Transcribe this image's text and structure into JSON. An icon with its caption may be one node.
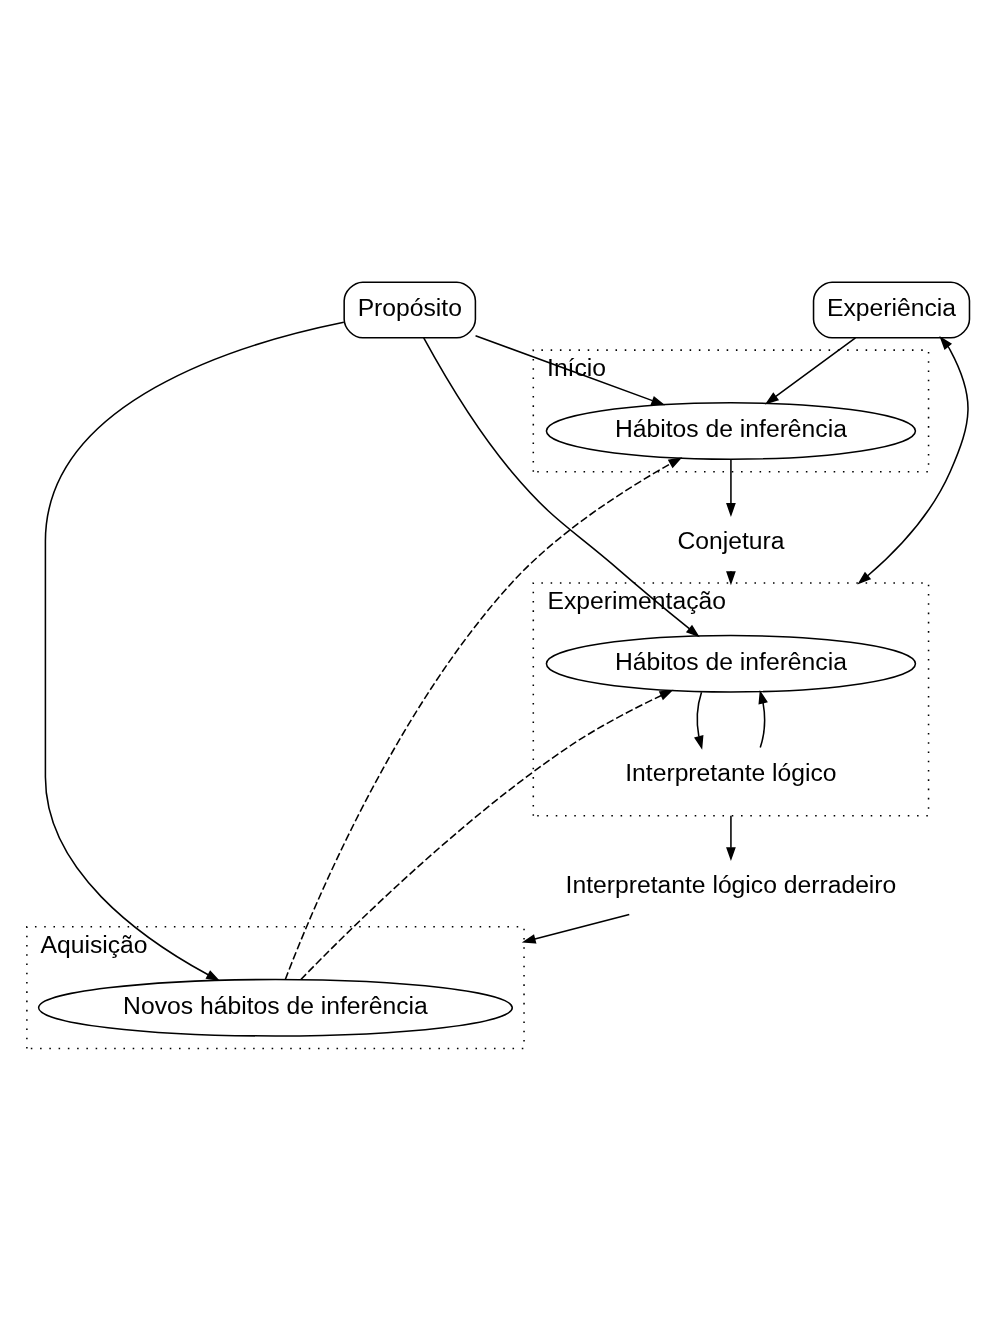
{
  "diagram": {
    "nodes": [
      {
        "text": [
          "Propósito"
        ]
      },
      {
        "text": [
          "Início"
        ]
      },
      {
        "text": [
          "Hábitos de inferência"
        ],
        "in": 1
      },
      {
        "text": [
          "Experiência"
        ]
      },
      {
        "text": [
          "Conjetura"
        ]
      },
      {
        "text": [
          "Experimentação"
        ]
      },
      {
        "text": [
          "Hábitos de inferência"
        ],
        "in": 5
      },
      {
        "text": [
          "Interpretante lógico"
        ],
        "in": 5
      },
      {
        "text": [
          "Interpretante lógico derradeiro"
        ]
      },
      {
        "text": [
          "Aquisição"
        ]
      },
      {
        "text": [
          "Novos hábitos de inferência"
        ],
        "in": 9
      }
    ],
    "edges": [
      {
        "from": 0,
        "to": 2,
        "arrow": "to"
      },
      {
        "from": 0,
        "to": 6,
        "arrow": "to"
      },
      {
        "from": 0,
        "to": 10,
        "arrow": "to"
      },
      {
        "from": 3,
        "to": 2,
        "arrow": "to"
      },
      {
        "from": 2,
        "to": 4,
        "arrow": "to"
      },
      {
        "from": 4,
        "to": 5,
        "arrow": "to"
      },
      {
        "from": 6,
        "to": 7,
        "arrow": "to"
      },
      {
        "from": 7,
        "to": 6,
        "arrow": "to"
      },
      {
        "from": 5,
        "to": 8,
        "arrow": "to"
      },
      {
        "from": 8,
        "to": 9,
        "arrow": "to"
      },
      {
        "from": 3,
        "to": 5,
        "arrow": "both"
      },
      {
        "from": 10,
        "to": 2,
        "arrow": "to",
        "style": "dashed"
      },
      {
        "from": 10,
        "to": 6,
        "arrow": "to",
        "style": "dashed"
      }
    ]
  }
}
